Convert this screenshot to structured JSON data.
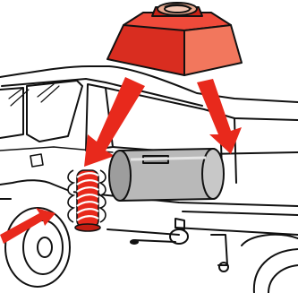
{
  "figure": {
    "background_color": "#ffffff",
    "line_color": "#111111",
    "callout_red": "#e8291c",
    "callout_red_light": "#f2605a",
    "component_red_top": "#ef4a3a",
    "component_red_front": "#d92d20",
    "component_red_side": "#f2775d",
    "handle_color": "#e9a98f",
    "cylinder_gray": "#b9b9b9",
    "cylinder_gray_dark": "#8f8f8f",
    "parts": [
      {
        "name": "strut-top-mount",
        "icon": "red-trapezoid-mount"
      },
      {
        "name": "cylinder-tank",
        "icon": "gray-cylinder"
      },
      {
        "name": "coil-spring",
        "icon": "red-coil-spring"
      },
      {
        "name": "vehicle",
        "icon": "hatchback-rear-view"
      }
    ]
  }
}
